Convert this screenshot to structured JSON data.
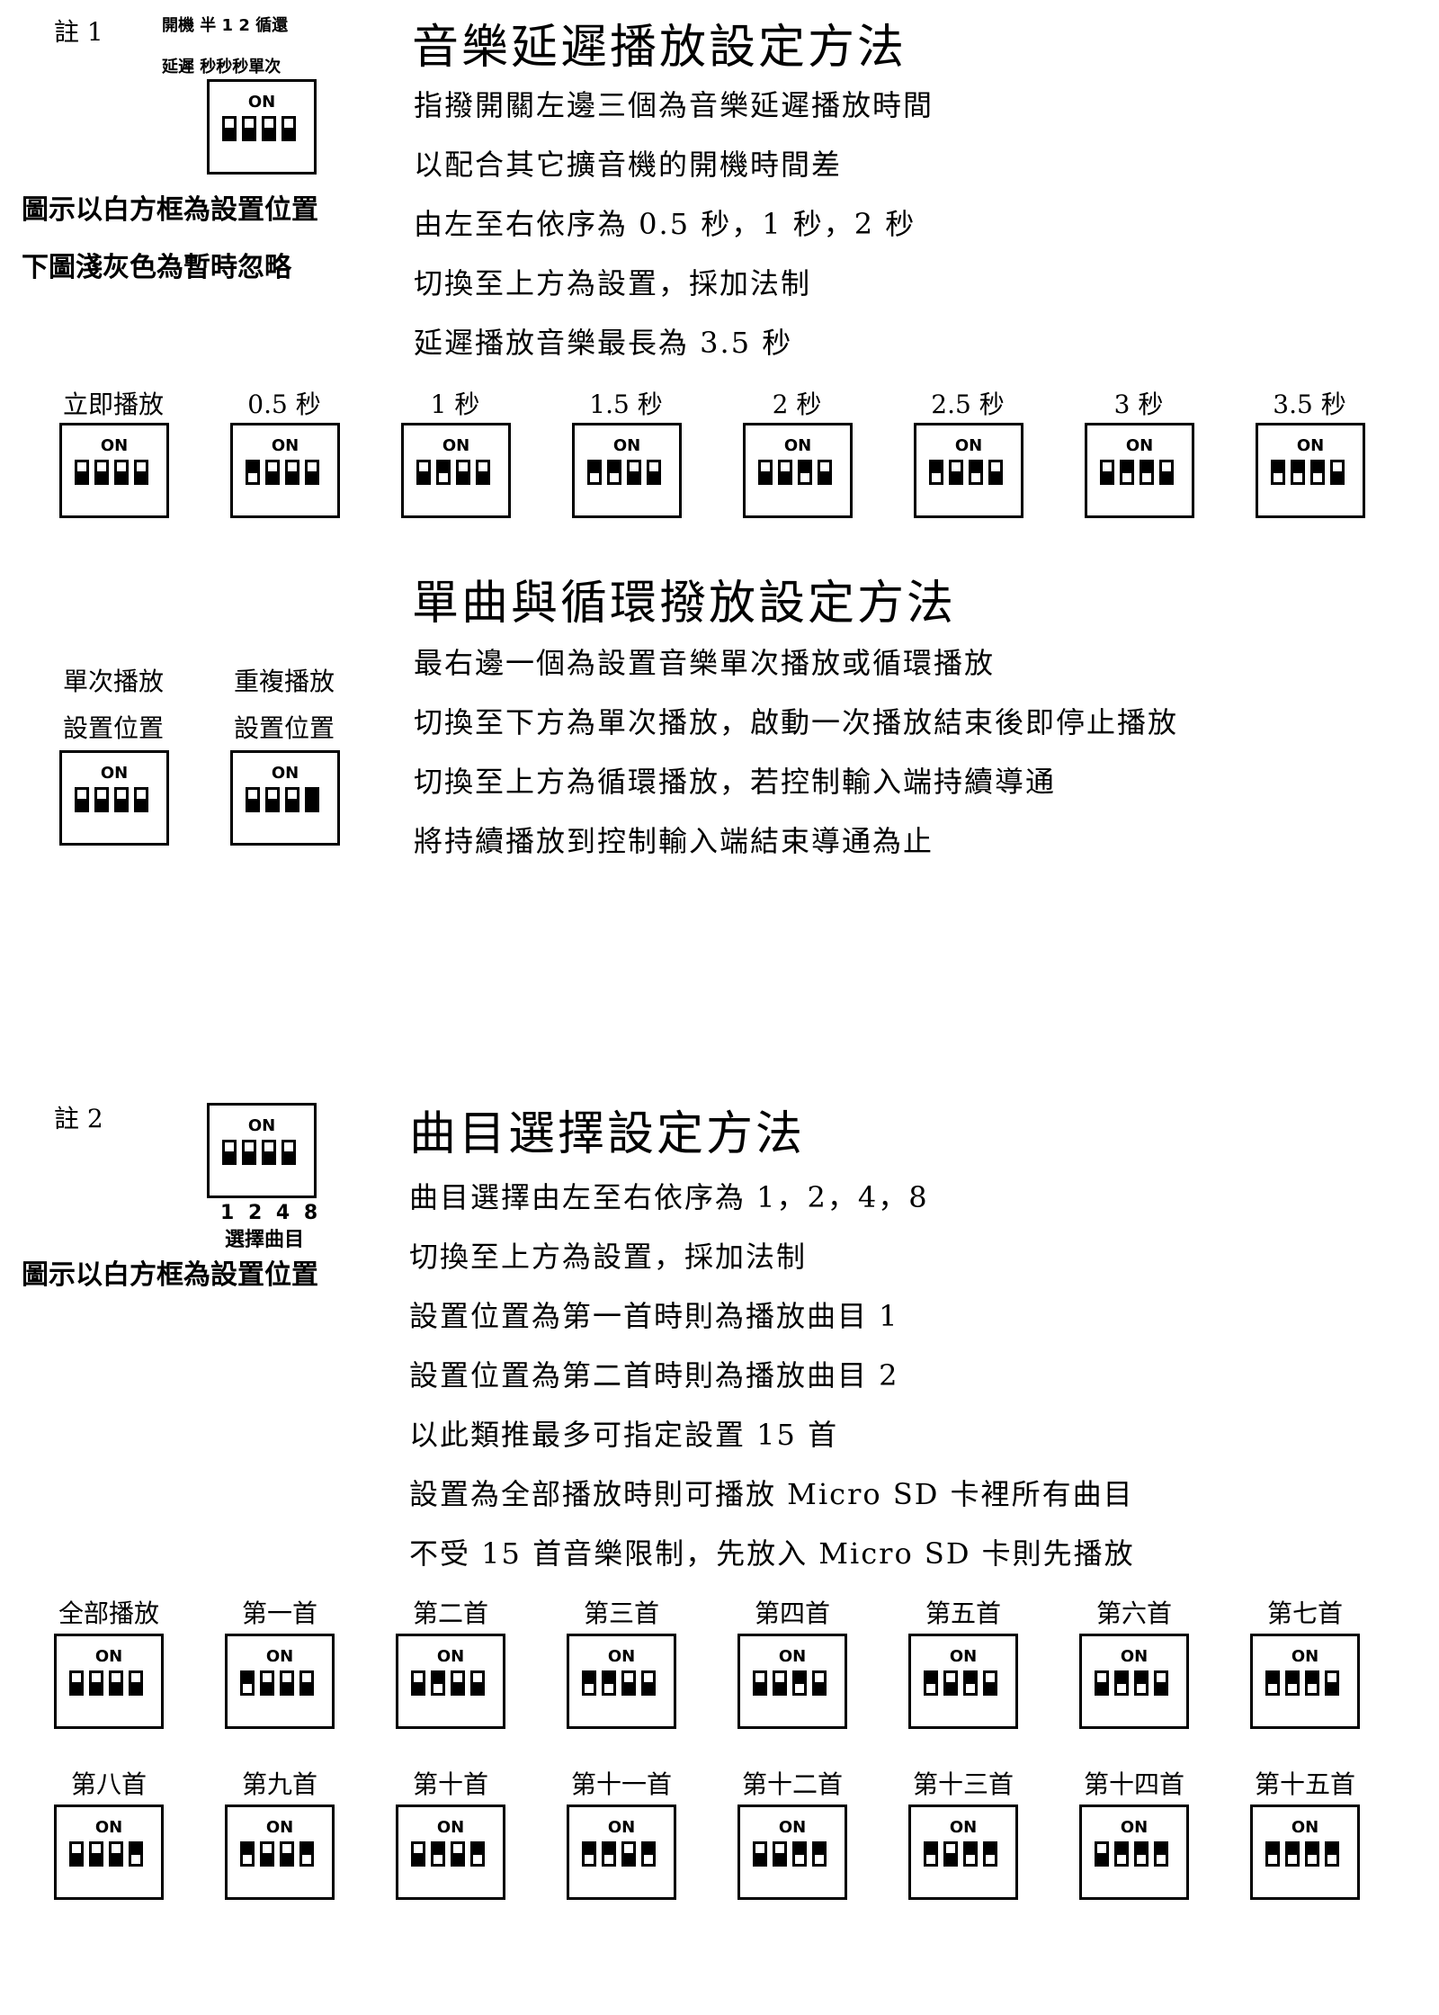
{
  "note1": {
    "label": "註 1",
    "tiny_line1": "開機 半 1 2 循還",
    "tiny_line2": "延遲 秒秒秒單次",
    "side1": "圖示以白方框為設置位置",
    "side2": "下圖淺灰色為暫時忽略"
  },
  "delay_section": {
    "title": "音樂延遲播放設定方法",
    "lines": [
      "指撥開關左邊三個為音樂延遲播放時間",
      "以配合其它擴音機的開機時間差",
      "由左至右依序為 0.5 秒，1 秒，2 秒",
      "切換至上方為設置，採加法制",
      "延遲播放音樂最長為 3.5 秒"
    ],
    "settings": [
      {
        "label": "立即播放",
        "switches": [
          "down",
          "down",
          "down",
          "down"
        ]
      },
      {
        "label": "0.5 秒",
        "switches": [
          "up",
          "down",
          "down",
          "down"
        ]
      },
      {
        "label": "1 秒",
        "switches": [
          "down",
          "up",
          "down",
          "down"
        ]
      },
      {
        "label": "1.5 秒",
        "switches": [
          "up",
          "up",
          "down",
          "down"
        ]
      },
      {
        "label": "2 秒",
        "switches": [
          "down",
          "down",
          "up",
          "down"
        ]
      },
      {
        "label": "2.5 秒",
        "switches": [
          "up",
          "down",
          "up",
          "down"
        ]
      },
      {
        "label": "3 秒",
        "switches": [
          "down",
          "up",
          "up",
          "down"
        ]
      },
      {
        "label": "3.5 秒",
        "switches": [
          "up",
          "up",
          "up",
          "down"
        ]
      }
    ]
  },
  "loop_section": {
    "title": "單曲與循環撥放設定方法",
    "lines": [
      "最右邊一個為設置音樂單次播放或循環播放",
      "切換至下方為單次播放，啟動一次播放結束後即停止播放",
      "切換至上方為循環播放，若控制輸入端持續導通",
      "將持續播放到控制輸入端結束導通為止"
    ],
    "settings": [
      {
        "label1": "單次播放",
        "label2": "設置位置",
        "switches": [
          "down",
          "down",
          "down",
          "down"
        ]
      },
      {
        "label1": "重複播放",
        "label2": "設置位置",
        "switches": [
          "down",
          "down",
          "down",
          "full"
        ]
      }
    ]
  },
  "note2": {
    "label": "註 2",
    "tiny_line1": "1 2 4 8",
    "tiny_line2": "選擇曲目",
    "side1": "圖示以白方框為設置位置"
  },
  "track_section": {
    "title": "曲目選擇設定方法",
    "lines": [
      "曲目選擇由左至右依序為 1，2，4，8",
      "切換至上方為設置，採加法制",
      "設置位置為第一首時則為播放曲目 1",
      "設置位置為第二首時則為播放曲目 2",
      "以此類推最多可指定設置 15 首",
      "設置為全部播放時則可播放 Micro SD 卡裡所有曲目",
      "不受 15 首音樂限制，先放入 Micro SD 卡則先播放"
    ],
    "settings": [
      {
        "label": "全部播放",
        "switches": [
          "down",
          "down",
          "down",
          "down"
        ]
      },
      {
        "label": "第一首",
        "switches": [
          "up",
          "down",
          "down",
          "down"
        ]
      },
      {
        "label": "第二首",
        "switches": [
          "down",
          "up",
          "down",
          "down"
        ]
      },
      {
        "label": "第三首",
        "switches": [
          "up",
          "up",
          "down",
          "down"
        ]
      },
      {
        "label": "第四首",
        "switches": [
          "down",
          "down",
          "up",
          "down"
        ]
      },
      {
        "label": "第五首",
        "switches": [
          "up",
          "down",
          "up",
          "down"
        ]
      },
      {
        "label": "第六首",
        "switches": [
          "down",
          "up",
          "up",
          "down"
        ]
      },
      {
        "label": "第七首",
        "switches": [
          "up",
          "up",
          "up",
          "down"
        ]
      },
      {
        "label": "第八首",
        "switches": [
          "down",
          "down",
          "down",
          "up"
        ]
      },
      {
        "label": "第九首",
        "switches": [
          "up",
          "down",
          "down",
          "up"
        ]
      },
      {
        "label": "第十首",
        "switches": [
          "down",
          "up",
          "down",
          "up"
        ]
      },
      {
        "label": "第十一首",
        "switches": [
          "up",
          "up",
          "down",
          "up"
        ]
      },
      {
        "label": "第十二首",
        "switches": [
          "down",
          "down",
          "up",
          "up"
        ]
      },
      {
        "label": "第十三首",
        "switches": [
          "up",
          "down",
          "up",
          "up"
        ]
      },
      {
        "label": "第十四首",
        "switches": [
          "down",
          "up",
          "up",
          "up"
        ]
      },
      {
        "label": "第十五首",
        "switches": [
          "up",
          "up",
          "up",
          "up"
        ]
      }
    ]
  },
  "dip_on_label": "ON"
}
